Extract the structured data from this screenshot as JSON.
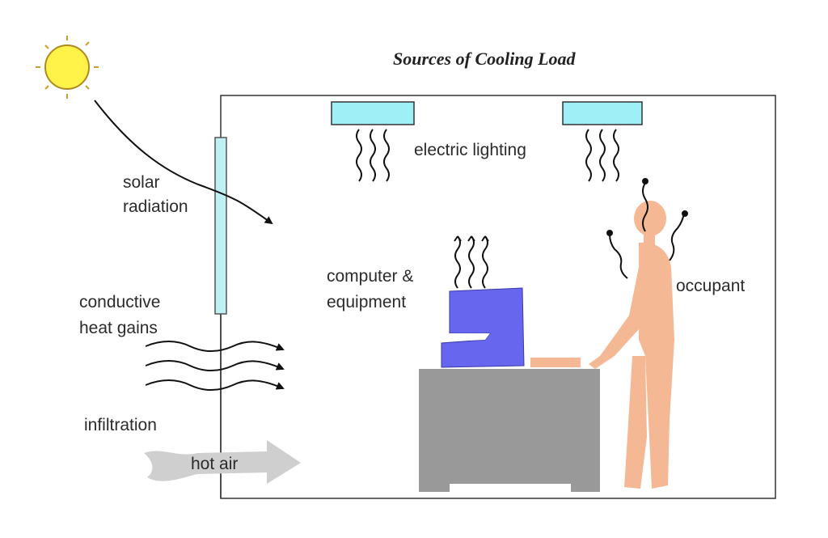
{
  "title": "Sources of Cooling Load",
  "labels": {
    "solar_line1": "solar",
    "solar_line2": "radiation",
    "lighting": "electric lighting",
    "computer_line1": "computer &",
    "computer_line2": "equipment",
    "occupant": "occupant",
    "conductive_line1": "conductive",
    "conductive_line2": "heat gains",
    "infiltration": "infiltration",
    "hot_air": "hot air"
  },
  "icons": [
    "sun-icon",
    "window-pane",
    "ceiling-light",
    "heat-wave-icon",
    "computer-icon",
    "desk",
    "occupant-figure",
    "hot-air-arrow"
  ],
  "colors": {
    "sun": "#fff34a",
    "glass": "#bff0f4",
    "light_fixture": "#9ff0f6",
    "computer": "#6666ee",
    "desk": "#999999",
    "person": "#f4b894",
    "hot_air": "#cfcfcf"
  }
}
